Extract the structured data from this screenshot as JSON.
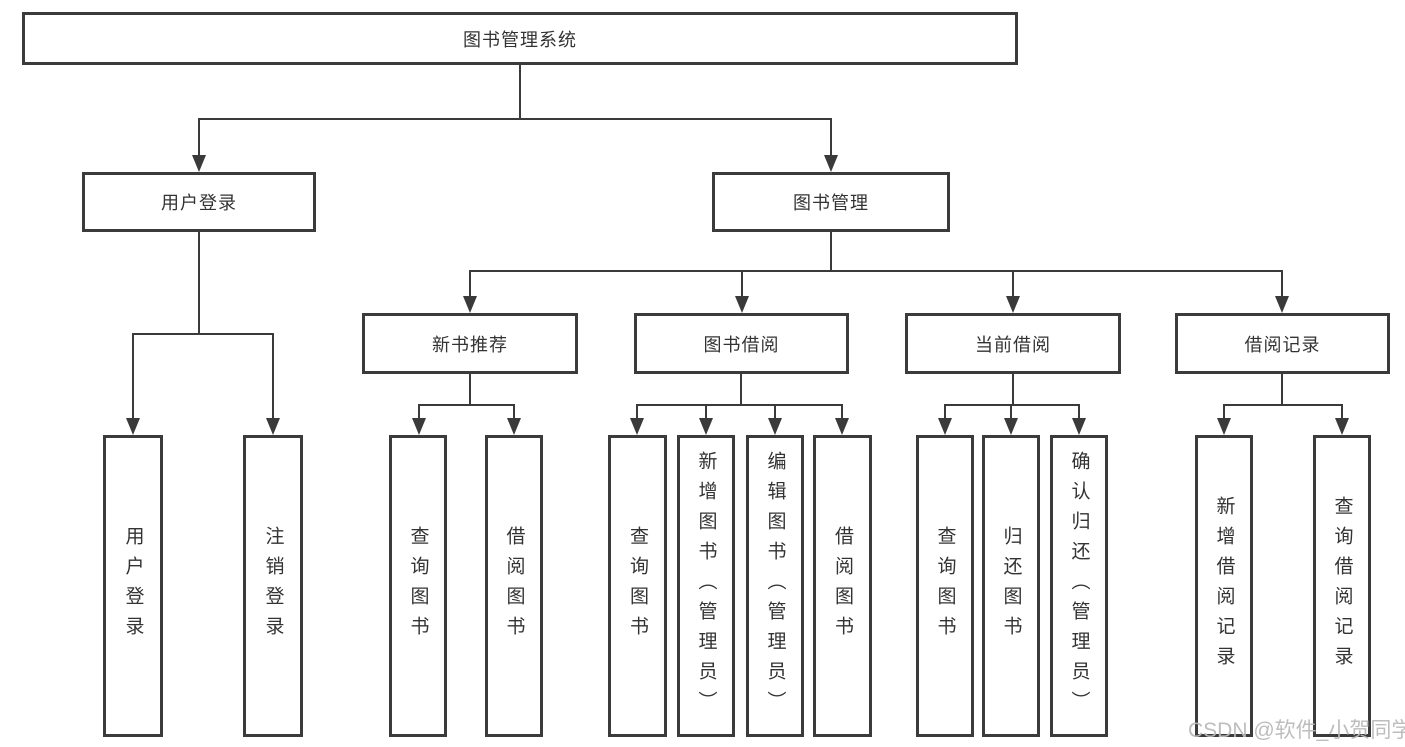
{
  "diagram": {
    "root": "图书管理系统",
    "level2": {
      "user_login": "用户登录",
      "book_mgmt": "图书管理"
    },
    "level3": {
      "new_books": "新书推荐",
      "borrowing": "图书借阅",
      "current": "当前借阅",
      "records": "借阅记录"
    },
    "leaves": {
      "user_login": [
        "用户登录",
        "注销登录"
      ],
      "new_books": [
        "查询图书",
        "借阅图书"
      ],
      "borrowing": [
        "查询图书",
        "新增图书（管理员）",
        "编辑图书（管理员）",
        "借阅图书"
      ],
      "current": [
        "查询图书",
        "归还图书",
        "确认归还（管理员）"
      ],
      "records": [
        "新增借阅记录",
        "查询借阅记录"
      ]
    }
  },
  "watermark": "CSDN @软件_小贺同学",
  "colors": {
    "line": "#3a3a3a",
    "border": "#3b3b3b",
    "text": "#333333",
    "watermark": "#b9b9b9",
    "background": "#ffffff"
  }
}
